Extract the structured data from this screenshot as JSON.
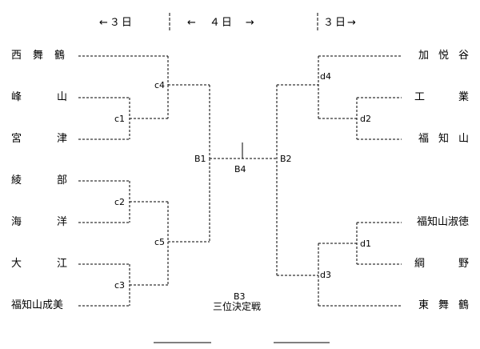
{
  "header": {
    "day_left": "←３日",
    "day_center": "←　４日　→",
    "day_right": "３日→"
  },
  "teams_left": [
    "西舞鶴",
    "峰山",
    "宮津",
    "綾部",
    "海洋",
    "大江",
    "福知山成美"
  ],
  "teams_right": [
    "加悦谷",
    "工業",
    "福知山",
    "福知山淑徳",
    "綱野",
    "東舞鶴"
  ],
  "matches": {
    "c1": "c1",
    "c2": "c2",
    "c3": "c3",
    "c4": "c4",
    "c5": "c5",
    "d1": "d1",
    "d2": "d2",
    "d3": "d3",
    "d4": "d4",
    "b1": "B1",
    "b2": "B2",
    "b4": "B4"
  },
  "third_place": {
    "code": "B3",
    "label": "三位決定戦"
  }
}
